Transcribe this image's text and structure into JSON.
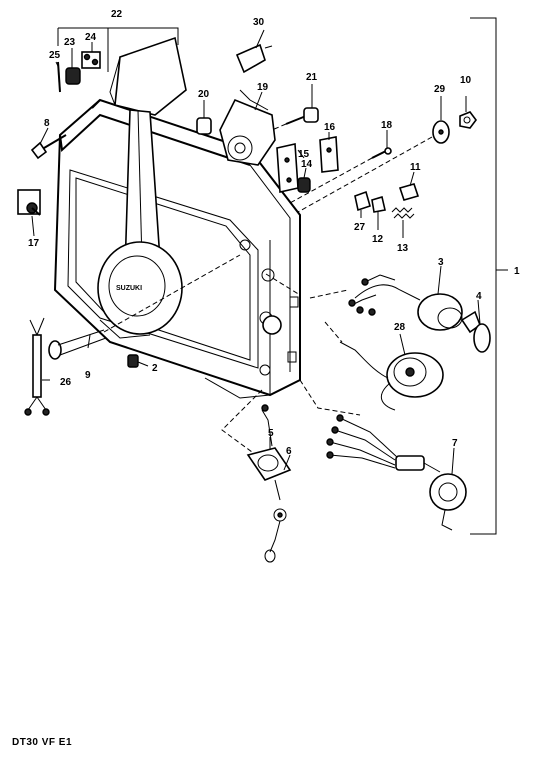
{
  "footer_code": "DT30 VF E1",
  "box_text": "SUZUKI",
  "callouts": [
    {
      "id": "c1",
      "label": "1"
    },
    {
      "id": "c2",
      "label": "2"
    },
    {
      "id": "c3",
      "label": "3"
    },
    {
      "id": "c4",
      "label": "4"
    },
    {
      "id": "c5",
      "label": "5"
    },
    {
      "id": "c6",
      "label": "6"
    },
    {
      "id": "c7",
      "label": "7"
    },
    {
      "id": "c8",
      "label": "8"
    },
    {
      "id": "c9",
      "label": "9"
    },
    {
      "id": "c10",
      "label": "10"
    },
    {
      "id": "c11",
      "label": "11"
    },
    {
      "id": "c12",
      "label": "12"
    },
    {
      "id": "c13",
      "label": "13"
    },
    {
      "id": "c14",
      "label": "14"
    },
    {
      "id": "c15",
      "label": "15"
    },
    {
      "id": "c16",
      "label": "16"
    },
    {
      "id": "c17",
      "label": "17"
    },
    {
      "id": "c18",
      "label": "18"
    },
    {
      "id": "c19",
      "label": "19"
    },
    {
      "id": "c20",
      "label": "20"
    },
    {
      "id": "c21",
      "label": "21"
    },
    {
      "id": "c22",
      "label": "22"
    },
    {
      "id": "c23",
      "label": "23"
    },
    {
      "id": "c24",
      "label": "24"
    },
    {
      "id": "c25",
      "label": "25"
    },
    {
      "id": "c26",
      "label": "26"
    },
    {
      "id": "c27",
      "label": "27"
    },
    {
      "id": "c28",
      "label": "28"
    },
    {
      "id": "c29",
      "label": "29"
    },
    {
      "id": "c30",
      "label": "30"
    }
  ]
}
